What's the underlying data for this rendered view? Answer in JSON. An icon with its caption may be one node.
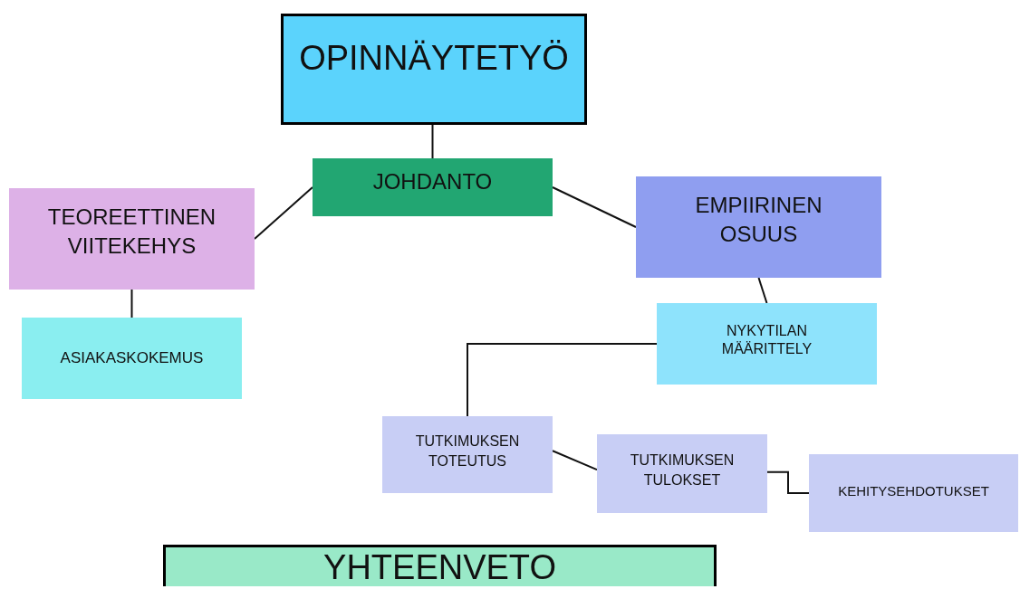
{
  "diagram": {
    "nodes": [
      {
        "text": [
          "OPINNÄYTETYÖ"
        ]
      },
      {
        "text": [
          "JOHDANTO"
        ]
      },
      {
        "text": [
          "TEOREETTINEN VIITEKEHYS"
        ]
      },
      {
        "text": [
          "EMPIIRINEN OSUUS"
        ]
      },
      {
        "text": [
          "ASIAKASKOKEMUS"
        ]
      },
      {
        "text": [
          "NYKYTILAN MÄÄRITTELY"
        ]
      },
      {
        "text": [
          "TUTKIMUKSEN TOTEUTUS"
        ]
      },
      {
        "text": [
          "TUTKIMUKSEN TULOKSET"
        ]
      },
      {
        "text": [
          "KEHITYSEHDOTUKSET"
        ]
      },
      {
        "text": [
          "YHTEENVETO"
        ]
      }
    ],
    "edges": [
      {
        "from": 0,
        "to": 1,
        "arrow": "none"
      },
      {
        "from": 1,
        "to": 2,
        "arrow": "none"
      },
      {
        "from": 1,
        "to": 3,
        "arrow": "none"
      },
      {
        "from": 2,
        "to": 4,
        "arrow": "none"
      },
      {
        "from": 3,
        "to": 5,
        "arrow": "none"
      },
      {
        "from": 5,
        "to": 6,
        "arrow": "none"
      },
      {
        "from": 6,
        "to": 7,
        "arrow": "none"
      },
      {
        "from": 7,
        "to": 8,
        "arrow": "none"
      }
    ]
  }
}
